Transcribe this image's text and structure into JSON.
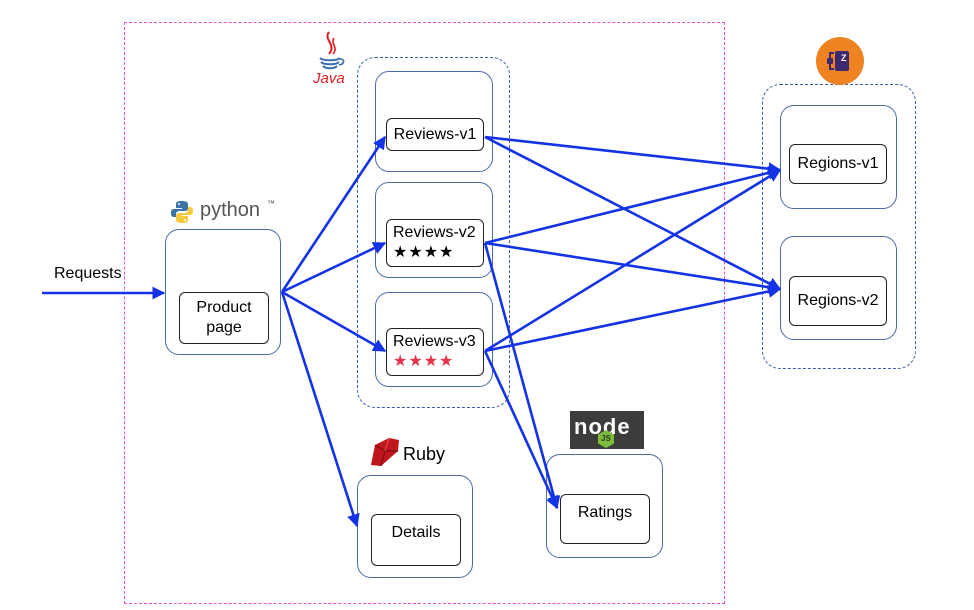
{
  "requests_label": "Requests",
  "services": {
    "productpage": {
      "label_line1": "Product",
      "label_line2": "page",
      "lang_label": "python",
      "lang_mark": "™"
    },
    "reviews_lang_label": "Java",
    "reviews_v1": {
      "label": "Reviews-v1"
    },
    "reviews_v2": {
      "label": "Reviews-v2",
      "stars": "★★★★"
    },
    "reviews_v3": {
      "label": "Reviews-v3",
      "stars": "★★★★"
    },
    "details": {
      "label": "Details",
      "lang_label": "Ruby"
    },
    "ratings": {
      "label": "Ratings",
      "lang_label": "node",
      "lang_badge": "JS"
    },
    "regions_v1": {
      "label": "Regions-v1"
    },
    "regions_v2": {
      "label": "Regions-v2"
    },
    "regions_logo_letter": "Z"
  },
  "colors": {
    "arrow": "#1432e6",
    "mesh_border": "#e64fd6",
    "group_border": "#3a5ca8",
    "stars_v2": "#000000",
    "stars_v3": "#e8324a",
    "java_red": "#e01b22",
    "python_blue": "#3c74a6",
    "python_yellow": "#f7c93e",
    "ruby_red": "#c0161e",
    "node_bg": "#3c3d3a",
    "node_green": "#7cbd3d",
    "regions_logo_orange": "#f08321"
  }
}
